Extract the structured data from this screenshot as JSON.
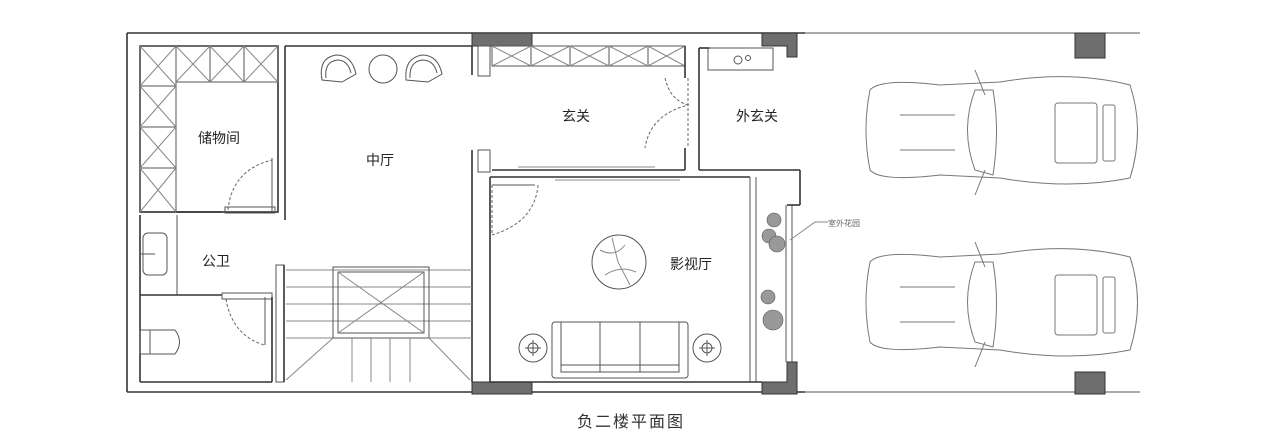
{
  "plan": {
    "caption": "负二楼平面图",
    "rooms": {
      "storage": "储物间",
      "central_hall": "中厅",
      "foyer": "玄关",
      "outer_foyer": "外玄关",
      "public_bathroom": "公卫",
      "media_room": "影视厅"
    },
    "annotations": {
      "outdoor_garden": "室外花园"
    },
    "colors": {
      "wall": "#333333",
      "pillar": "#6e6e6e",
      "background": "#ffffff"
    }
  }
}
